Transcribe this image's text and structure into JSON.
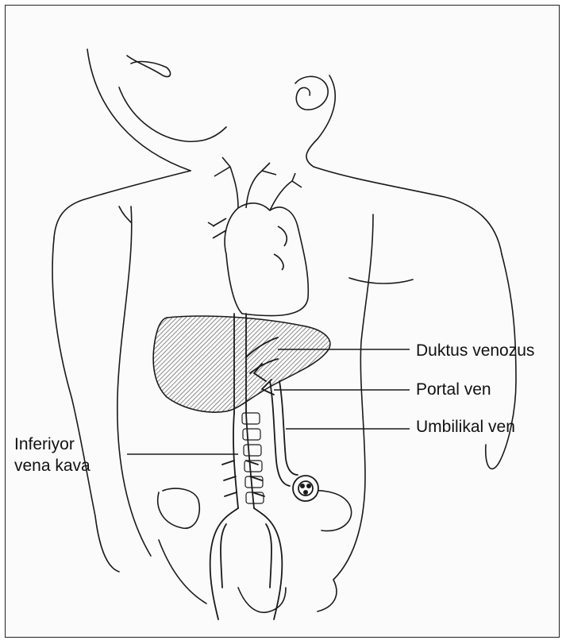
{
  "labels": {
    "duktus_venozus": "Duktus venozus",
    "portal_ven": "Portal ven",
    "umbilikal_ven": "Umbilikal ven",
    "inferiyor_line1": "Inferiyor",
    "inferiyor_line2": "vena kava"
  },
  "colors": {
    "ink": "#1a1a1a",
    "liver_hatch": "#555555",
    "background": "#fbfbfb"
  },
  "icons": [
    "infant-body-outline",
    "heart",
    "liver",
    "umbilical-cord-stump",
    "spine",
    "pelvis"
  ]
}
